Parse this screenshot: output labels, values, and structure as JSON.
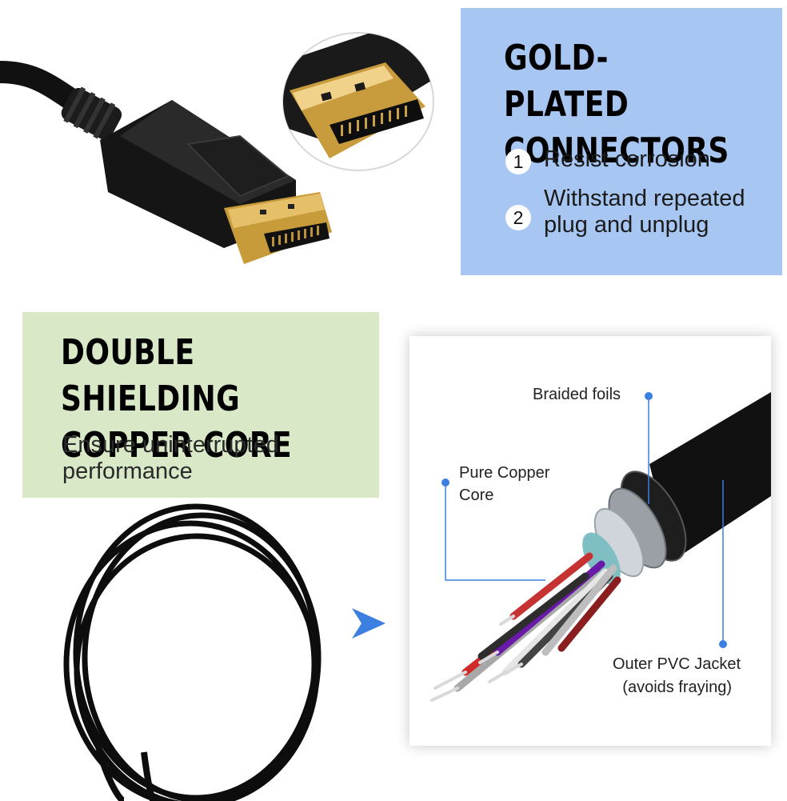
{
  "gold_panel": {
    "title_line1": "GOLD-PLATED",
    "title_line2": "CONNECTORS",
    "benefits": [
      {
        "number": "1",
        "text": "Resist corrosion"
      },
      {
        "number": "2",
        "text_line1": "Withstand repeated",
        "text_line2": "plug and unplug"
      }
    ],
    "bg_color": "#a7c6f2"
  },
  "shield_panel": {
    "title_line1": "DOUBLE SHIELDING",
    "title_line2": "COPPER CORE",
    "desc_line1": "Ensure uninterrupted",
    "desc_line2": "performance",
    "bg_color": "#d9e9c8"
  },
  "diagram": {
    "callouts": {
      "braided": "Braided foils",
      "copper_line1": "Pure Copper",
      "copper_line2": "Core",
      "jacket_line1": "Outer PVC Jacket",
      "jacket_line2": "(avoids fraying)"
    },
    "accent_color": "#3b7fe0"
  },
  "icons": [
    "displayport-plug-icon",
    "connector-closeup-icon",
    "coiled-cable-icon",
    "arrow-right-icon",
    "cable-cross-section-icon"
  ]
}
